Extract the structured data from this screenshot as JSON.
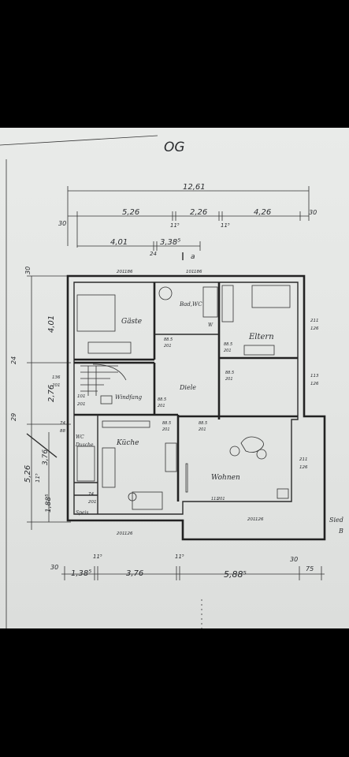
{
  "floor_label": "OG",
  "rooms": {
    "gaeste": "Gäste",
    "bad_wc": "Bad,WC",
    "w": "W",
    "eltern": "Eltern",
    "windfang": "Windfang",
    "diele": "Diele",
    "kueche": "Küche",
    "wc": "WC",
    "dusche": "Dusche",
    "wohnen": "Wohnen",
    "speis": "Speis",
    "sied": "Sied",
    "b": "B"
  },
  "dimensions": {
    "top_total": "12,61",
    "top_left": "5,26",
    "top_mid": "2,26",
    "top_right": "4,26",
    "top_edge_left": "30",
    "top_edge_right": "30",
    "top_sup_1": "11⁵",
    "top_sup_2": "11⁵",
    "second_row_a": "4,01",
    "second_row_b": "3,38⁵",
    "small_24": "24",
    "letter_a": "a",
    "left_30": "30",
    "left_401": "4,01",
    "left_24": "24",
    "left_276": "2,76",
    "left_29": "29",
    "left_526": "5,26",
    "left_376": "3,76",
    "left_115": "11⁵",
    "left_188": "1,88⁵",
    "bottom_30": "30",
    "bottom_138": "1,38⁵",
    "bottom_376": "3,76",
    "bottom_588": "5,88⁵",
    "bottom_sup_1": "11⁵",
    "bottom_sup_2": "11⁵",
    "bottom_30b": "30",
    "bottom_75": "75"
  },
  "openings": {
    "o1a": "201",
    "o1b": "186",
    "o2a": "101",
    "o2b": "186",
    "o3a": "211",
    "o3b": "126",
    "o4a": "88.5",
    "o4b": "201",
    "o5a": "88.5",
    "o5b": "201",
    "o6a": "136",
    "o6b": "201",
    "o7a": "113",
    "o7b": "126",
    "o8a": "88.5",
    "o8b": "201",
    "o9a": "88.5",
    "o9b": "201",
    "o10a": "88.5",
    "o10b": "201",
    "o11a": "101",
    "o11b": "201",
    "o12a": "211",
    "o12b": "126",
    "o13a": "74",
    "o13b": "88",
    "o14a": "74",
    "o14b": "201",
    "o15a": "201",
    "o15b": "126",
    "o16a": "201",
    "o16b": "126",
    "o17a": "111",
    "o17b": "201",
    "o18a": "88.5",
    "o18b": "201"
  }
}
